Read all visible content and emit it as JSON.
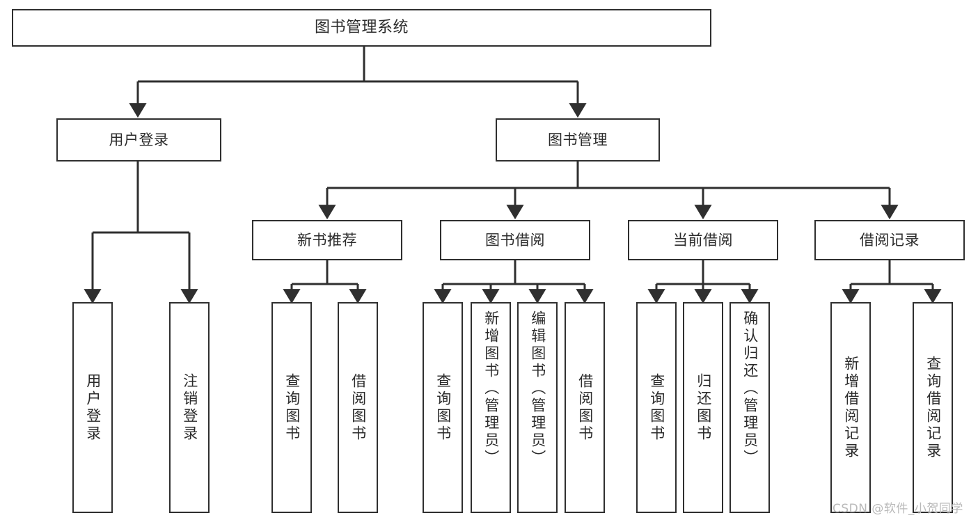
{
  "diagram": {
    "title": "图书管理系统",
    "type": "hierarchy-tree",
    "stroke_color": "#2f2f2f",
    "background_color": "#ffffff",
    "text_color": "#2b2b2b",
    "watermark": "CSDN @软件_小贺同学",
    "watermark_color": "#b9b9b9"
  },
  "nodes": {
    "root": {
      "label": "图书管理系统"
    },
    "level2": [
      {
        "id": "user-login",
        "label": "用户登录"
      },
      {
        "id": "book-manage",
        "label": "图书管理"
      }
    ],
    "level3": [
      {
        "id": "new-book-recommend",
        "label": "新书推荐"
      },
      {
        "id": "book-borrow",
        "label": "图书借阅"
      },
      {
        "id": "current-borrow",
        "label": "当前借阅"
      },
      {
        "id": "borrow-record",
        "label": "借阅记录"
      }
    ],
    "leaves": {
      "user_login": [
        {
          "id": "leaf-user-login",
          "label": "用户登录"
        },
        {
          "id": "leaf-logout-login",
          "label": "注销登录"
        }
      ],
      "new_book_recommend": [
        {
          "id": "leaf-query-book-1",
          "label": "查询图书"
        },
        {
          "id": "leaf-borrow-book-1",
          "label": "借阅图书"
        }
      ],
      "book_borrow": [
        {
          "id": "leaf-query-book-2",
          "label": "查询图书"
        },
        {
          "id": "leaf-add-book",
          "label": "新增图书（管理员）"
        },
        {
          "id": "leaf-edit-book",
          "label": "编辑图书（管理员）"
        },
        {
          "id": "leaf-borrow-book-2",
          "label": "借阅图书"
        }
      ],
      "current_borrow": [
        {
          "id": "leaf-query-book-3",
          "label": "查询图书"
        },
        {
          "id": "leaf-return-book",
          "label": "归还图书"
        },
        {
          "id": "leaf-confirm-return",
          "label": "确认归还（管理员）"
        }
      ],
      "borrow_record": [
        {
          "id": "leaf-add-record",
          "label": "新增借阅记录"
        },
        {
          "id": "leaf-query-record",
          "label": "查询借阅记录"
        }
      ]
    }
  }
}
